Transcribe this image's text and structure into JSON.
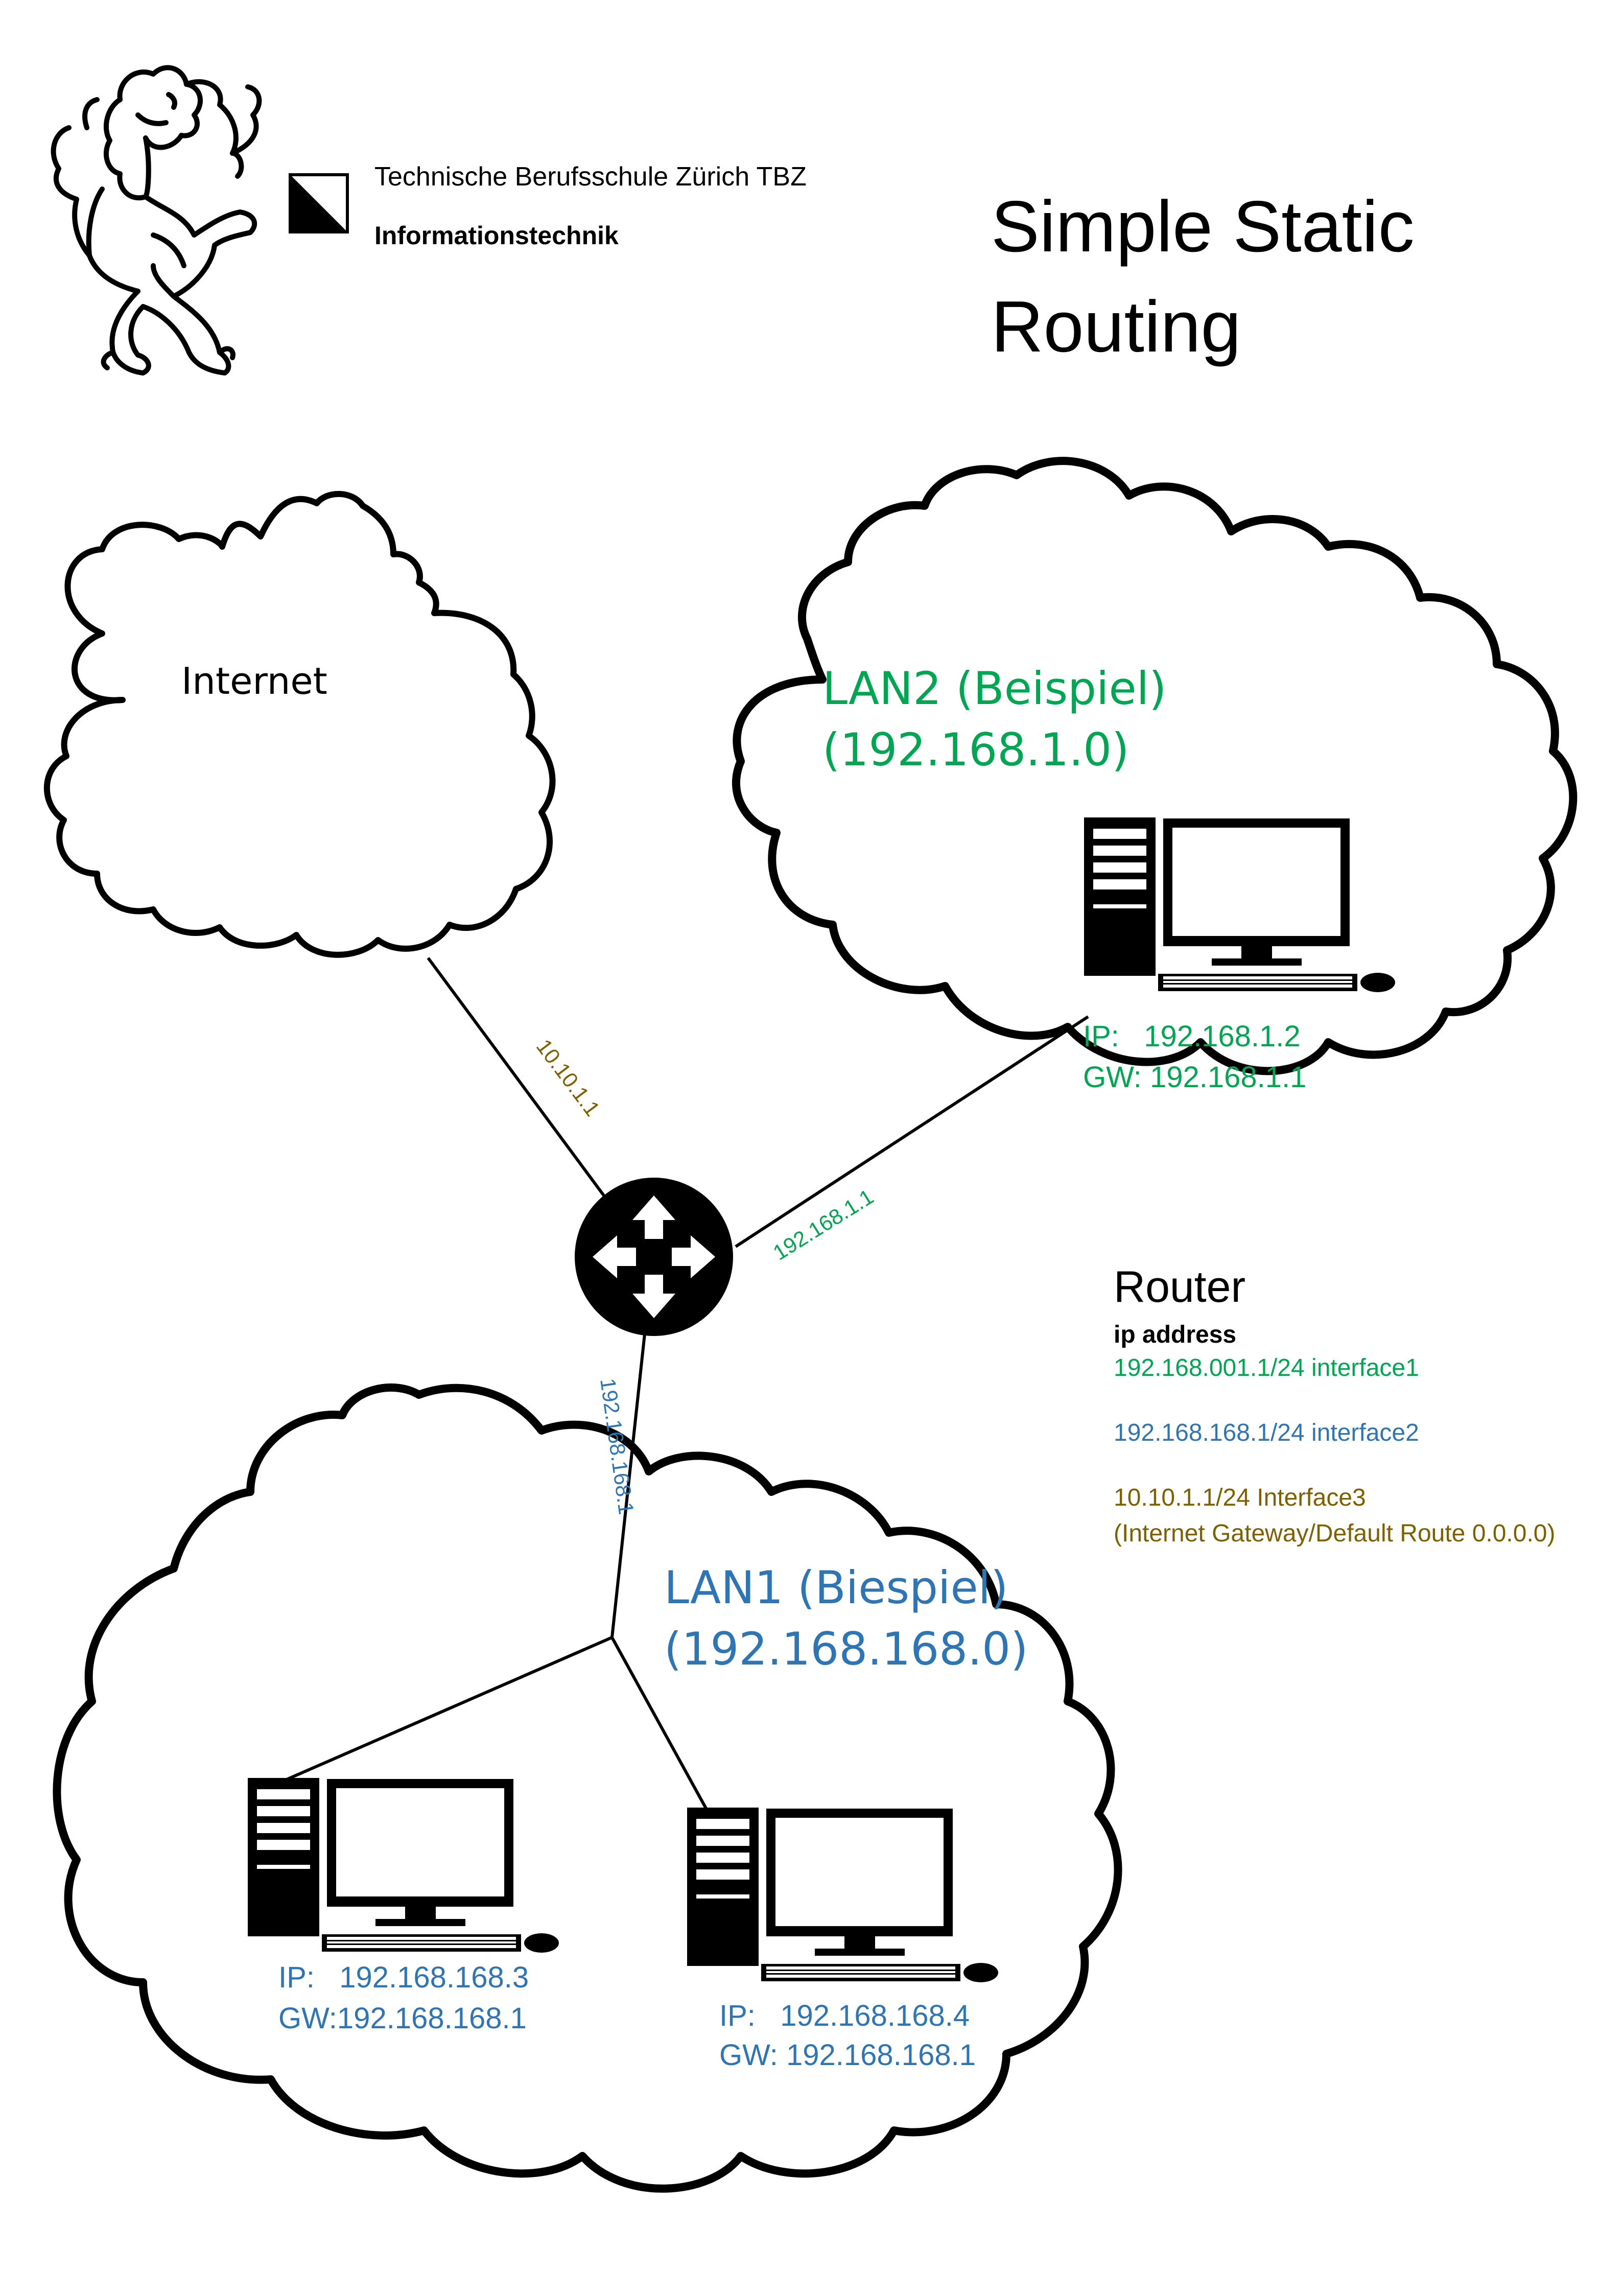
{
  "header": {
    "school_name": "Technische Berufsschule Zürich TBZ",
    "department": "Informationstechnik",
    "title_line1": "Simple Static",
    "title_line2": "Routing"
  },
  "colors": {
    "lan1": "#2e75b6",
    "lan2": "#00a651",
    "internet_link": "#7f6000",
    "ink": "#000000"
  },
  "internet": {
    "label": "Internet"
  },
  "lan2": {
    "name": "LAN2 (Beispiel)",
    "network": "(192.168.1.0)",
    "pc": {
      "ip": "IP:   192.168.1.2",
      "gw": "GW: 192.168.1.1"
    }
  },
  "lan1": {
    "name": "LAN1 (Biespiel)",
    "network": "(192.168.168.0)",
    "pc_a": {
      "ip": "IP:   192.168.168.3",
      "gw": "GW:192.168.168.1"
    },
    "pc_b": {
      "ip": "IP:   192.168.168.4",
      "gw": "GW: 192.168.168.1"
    }
  },
  "links": {
    "internet_ip": "10.10.1.1",
    "lan2_ip": "192.168.1.1",
    "lan1_ip": "192.168.168.1"
  },
  "router_info": {
    "title": "Router",
    "subtitle": "ip address",
    "interface1": "192.168.001.1/24 interface1",
    "interface2": "192.168.168.1/24 interface2",
    "interface3": "10.10.1.1/24 Interface3",
    "interface3_note": "(Internet Gateway/Default Route 0.0.0.0)"
  }
}
